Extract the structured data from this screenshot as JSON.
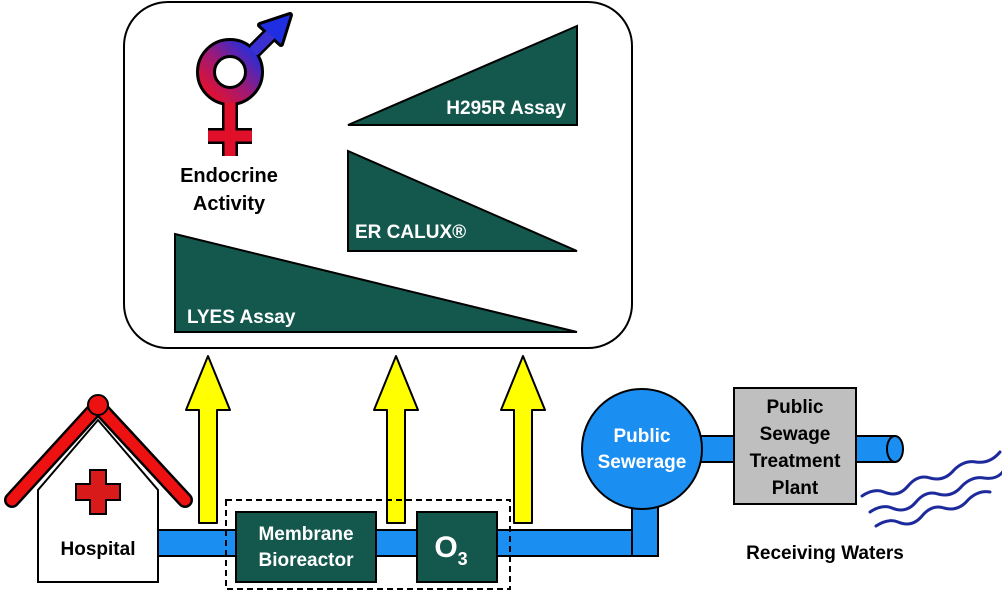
{
  "endocrine_panel": {
    "title_line1": "Endocrine",
    "title_line2": "Activity",
    "symbol_icon": "gender-symbol-icon",
    "assays": [
      {
        "label": "H295R Assay"
      },
      {
        "label": "ER CALUX®"
      },
      {
        "label": "LYES Assay"
      }
    ]
  },
  "process": {
    "hospital": "Hospital",
    "mbr_line1": "Membrane",
    "mbr_line2": "Bioreactor",
    "ozone": "O",
    "ozone_sub": "3",
    "sewerage_line1": "Public",
    "sewerage_line2": "Sewerage",
    "plant_line1": "Public",
    "plant_line2": "Sewage",
    "plant_line3": "Treatment",
    "plant_line4": "Plant",
    "receiving": "Receiving Waters"
  },
  "colors": {
    "assay_fill": "#14574d",
    "pipe": "#1b8ef2",
    "arrow": "#ffff00",
    "hospital_roof": "#ee1111",
    "cross": "#d91a1a",
    "plant_fill": "#bfbfbf",
    "waves": "#1c2a9c"
  }
}
